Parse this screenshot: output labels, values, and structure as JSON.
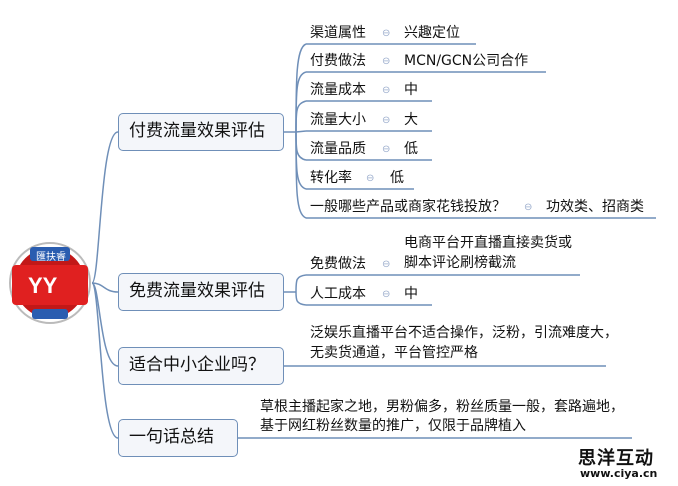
{
  "root": {
    "label": "YY",
    "badge_text": "匯扶睿"
  },
  "branches": [
    {
      "label": "付费流量效果评估",
      "items": [
        {
          "key": "渠道属性",
          "value": "兴趣定位"
        },
        {
          "key": "付费做法",
          "value": "MCN/GCN公司合作"
        },
        {
          "key": "流量成本",
          "value": "中"
        },
        {
          "key": "流量大小",
          "value": "大"
        },
        {
          "key": "流量品质",
          "value": "低"
        },
        {
          "key": "转化率",
          "value": "低"
        },
        {
          "key": "一般哪些产品或商家花钱投放？",
          "value": "功效类、招商类"
        }
      ]
    },
    {
      "label": "免费流量效果评估",
      "items": [
        {
          "key": "免费做法",
          "value_lines": [
            "电商平台开直播直接卖货或",
            "脚本评论刷榜截流"
          ]
        },
        {
          "key": "人工成本",
          "value": "中"
        }
      ]
    },
    {
      "label": "适合中小企业吗？",
      "text_lines": [
        "泛娱乐直播平台不适合操作，泛粉，引流难度大，",
        "无卖货通道，平台管控严格"
      ]
    },
    {
      "label": "一句话总结",
      "text_lines": [
        "草根主播起家之地，男粉偏多，粉丝质量一般，套路遍地，",
        "基于网红粉丝数量的推广，仅限于品牌植入"
      ]
    }
  ],
  "watermark": {
    "name": "思洋互动",
    "url": "www.ciya.cn"
  },
  "colors": {
    "line": "#6f8fb8",
    "root_red": "#e02020",
    "badge_blue": "#2a5db0"
  }
}
